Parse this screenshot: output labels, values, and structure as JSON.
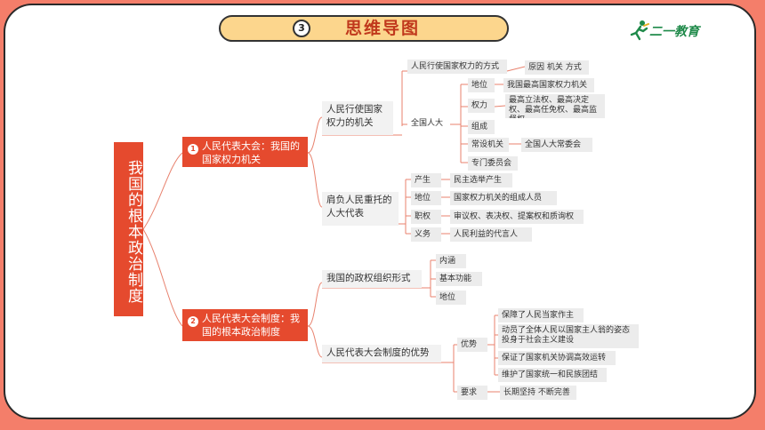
{
  "header": {
    "section_number": "3",
    "title": "思维导图",
    "brand": "二一教育"
  },
  "mindmap": {
    "root": "我国的根本政治制度",
    "branch1": {
      "number": "1",
      "label": "人民代表大会：我国的国家权力机关",
      "organ": {
        "label": "人民行使国家权力的机关",
        "way": {
          "label": "人民行使国家权力的方式",
          "value": "原因 机关 方式"
        },
        "npc": {
          "label": "全国人大",
          "items": [
            {
              "label": "地位",
              "value": "我国最高国家权力机关"
            },
            {
              "label": "权力",
              "value": "最高立法权、最高决定权、最高任免权、最高监督权"
            },
            {
              "label": "组成",
              "value": ""
            },
            {
              "label": "常设机关",
              "value": "全国人大常委会"
            },
            {
              "label": "专门委员会",
              "value": ""
            }
          ]
        }
      },
      "deputies": {
        "label": "肩负人民重托的人大代表",
        "items": [
          {
            "label": "产生",
            "value": "民主选举产生"
          },
          {
            "label": "地位",
            "value": "国家权力机关的组成人员"
          },
          {
            "label": "职权",
            "value": "审议权、表决权、提案权和质询权"
          },
          {
            "label": "义务",
            "value": "人民利益的代言人"
          }
        ]
      }
    },
    "branch2": {
      "number": "2",
      "label": "人民代表大会制度：我国的根本政治制度",
      "form": {
        "label": "我国的政权组织形式",
        "items": [
          "内涵",
          "基本功能",
          "地位"
        ]
      },
      "advantages": {
        "label": "人民代表大会制度的优势",
        "strengths": {
          "label": "优势",
          "items": [
            "保障了人民当家作主",
            "动员了全体人民以国家主人翁的姿态投身于社会主义建设",
            "保证了国家机关协调高效运转",
            "维护了国家统一和民族团结"
          ]
        },
        "requirement": {
          "label": "要求",
          "value": "长期坚持 不断完善"
        }
      }
    }
  }
}
